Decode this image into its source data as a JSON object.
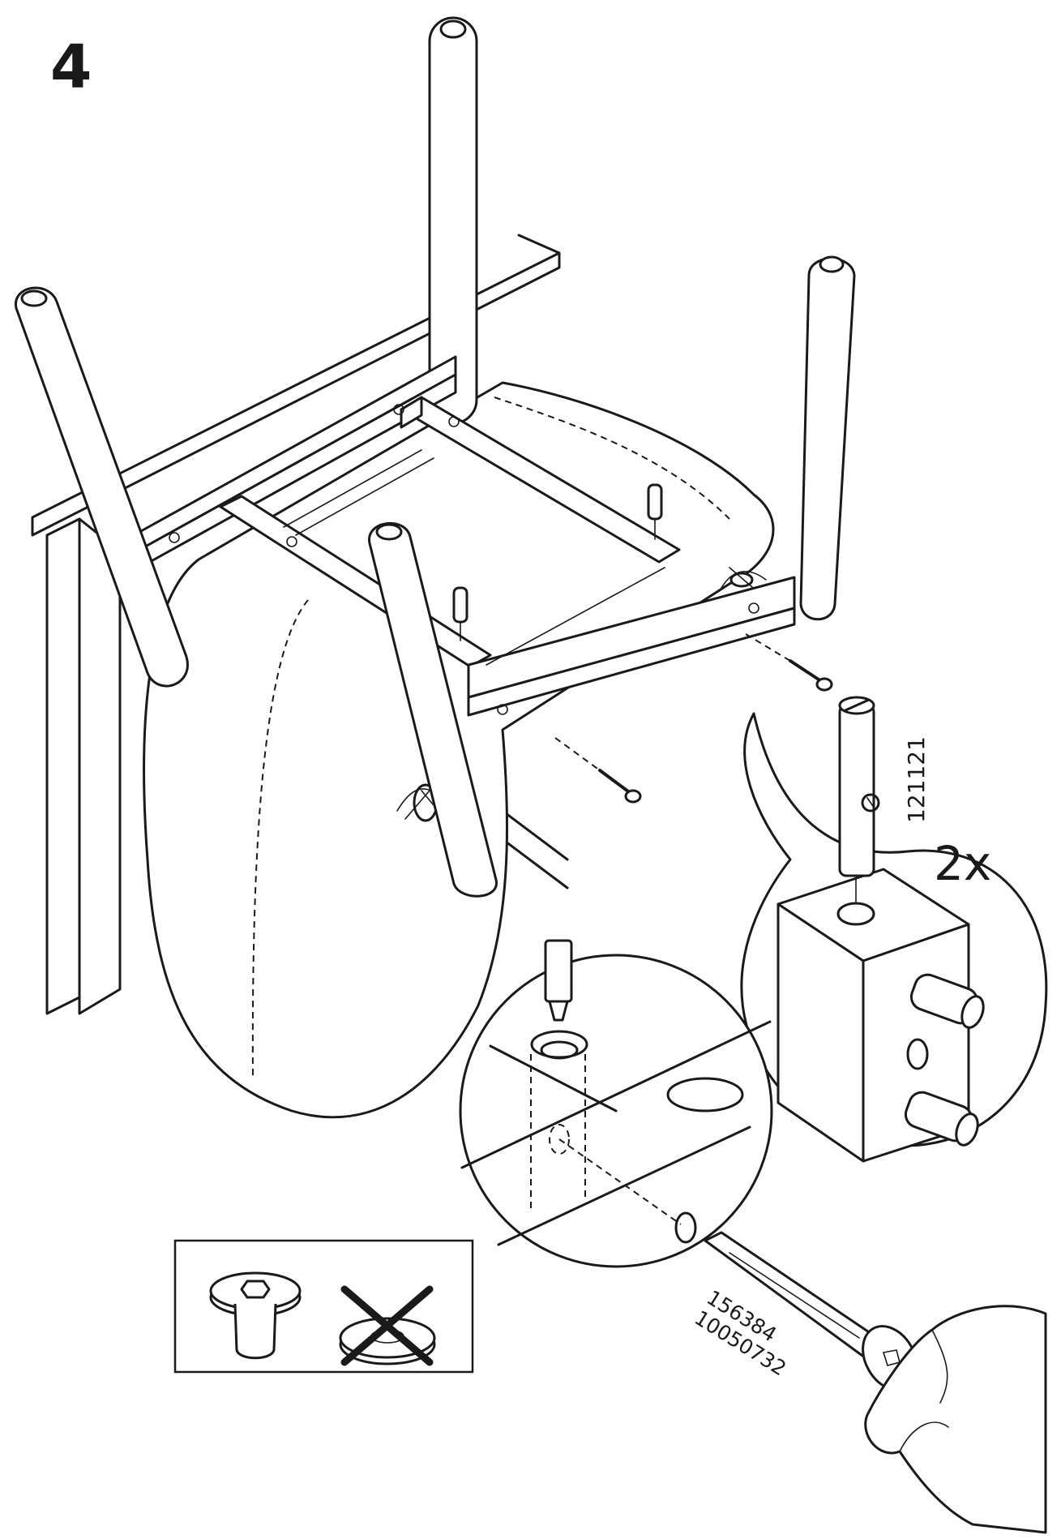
{
  "step": {
    "number": "4"
  },
  "dowel_callout": {
    "part_number": "121121",
    "quantity": "2x"
  },
  "bolt_callout": {
    "part_numbers": [
      "156384",
      "10050732"
    ]
  },
  "colors": {
    "ink": "#1a1a1a",
    "paper": "#ffffff"
  }
}
